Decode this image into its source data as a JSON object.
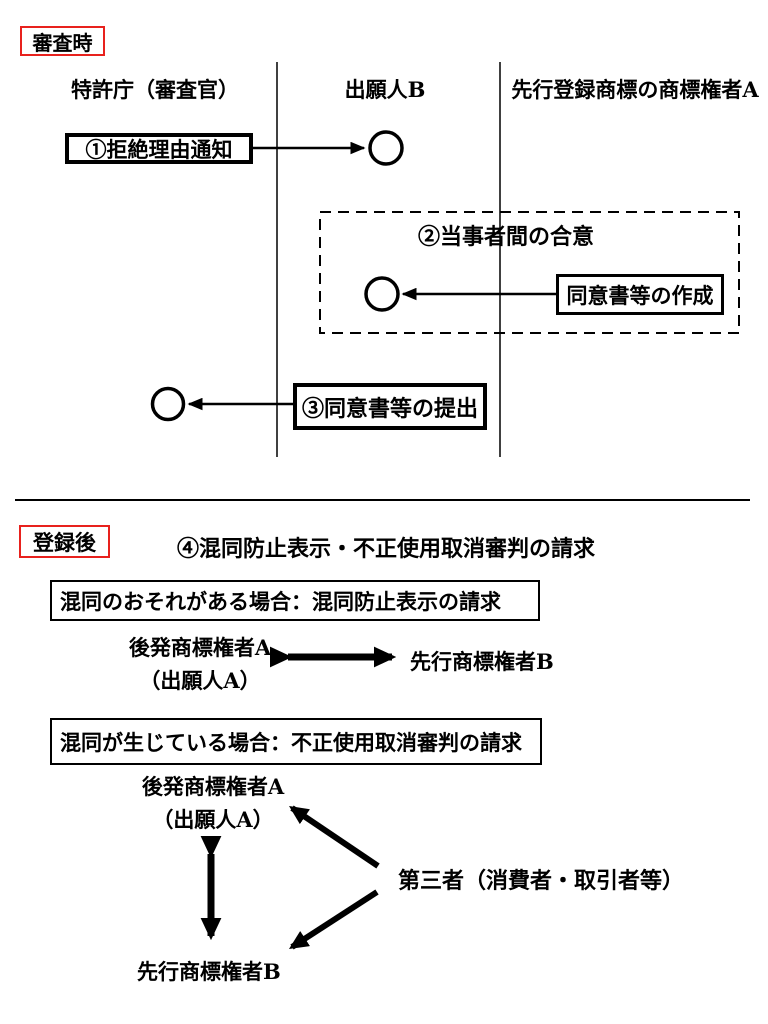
{
  "colors": {
    "accent_red": "#e8211d",
    "ink": "#000000"
  },
  "examination": {
    "phase_label": "審査時",
    "columns": [
      {
        "label": "特許庁（審査官）"
      },
      {
        "label": "出願人B"
      },
      {
        "label": "先行登録商標の商標権者A"
      }
    ],
    "step1_box": "①拒絶理由通知",
    "agreement_zone_label": "②当事者間の合意",
    "consent_create_box": "同意書等の作成",
    "step3_box": "③同意書等の提出"
  },
  "post_registration": {
    "phase_label": "登録後",
    "section_title": "④混同防止表示・不正使用取消審判の請求",
    "case_confusion_risk": {
      "heading": "混同のおそれがある場合：混同防止表示の請求",
      "party_left_line1": "後発商標権者A",
      "party_left_line2": "（出願人A）",
      "party_right": "先行商標権者B"
    },
    "case_confusion_occurred": {
      "heading": "混同が生じている場合：不正使用取消審判の請求",
      "party_a_line1": "後発商標権者A",
      "party_a_line2": "（出願人A）",
      "party_b": "先行商標権者B",
      "third_party": "第三者（消費者・取引者等）"
    }
  }
}
